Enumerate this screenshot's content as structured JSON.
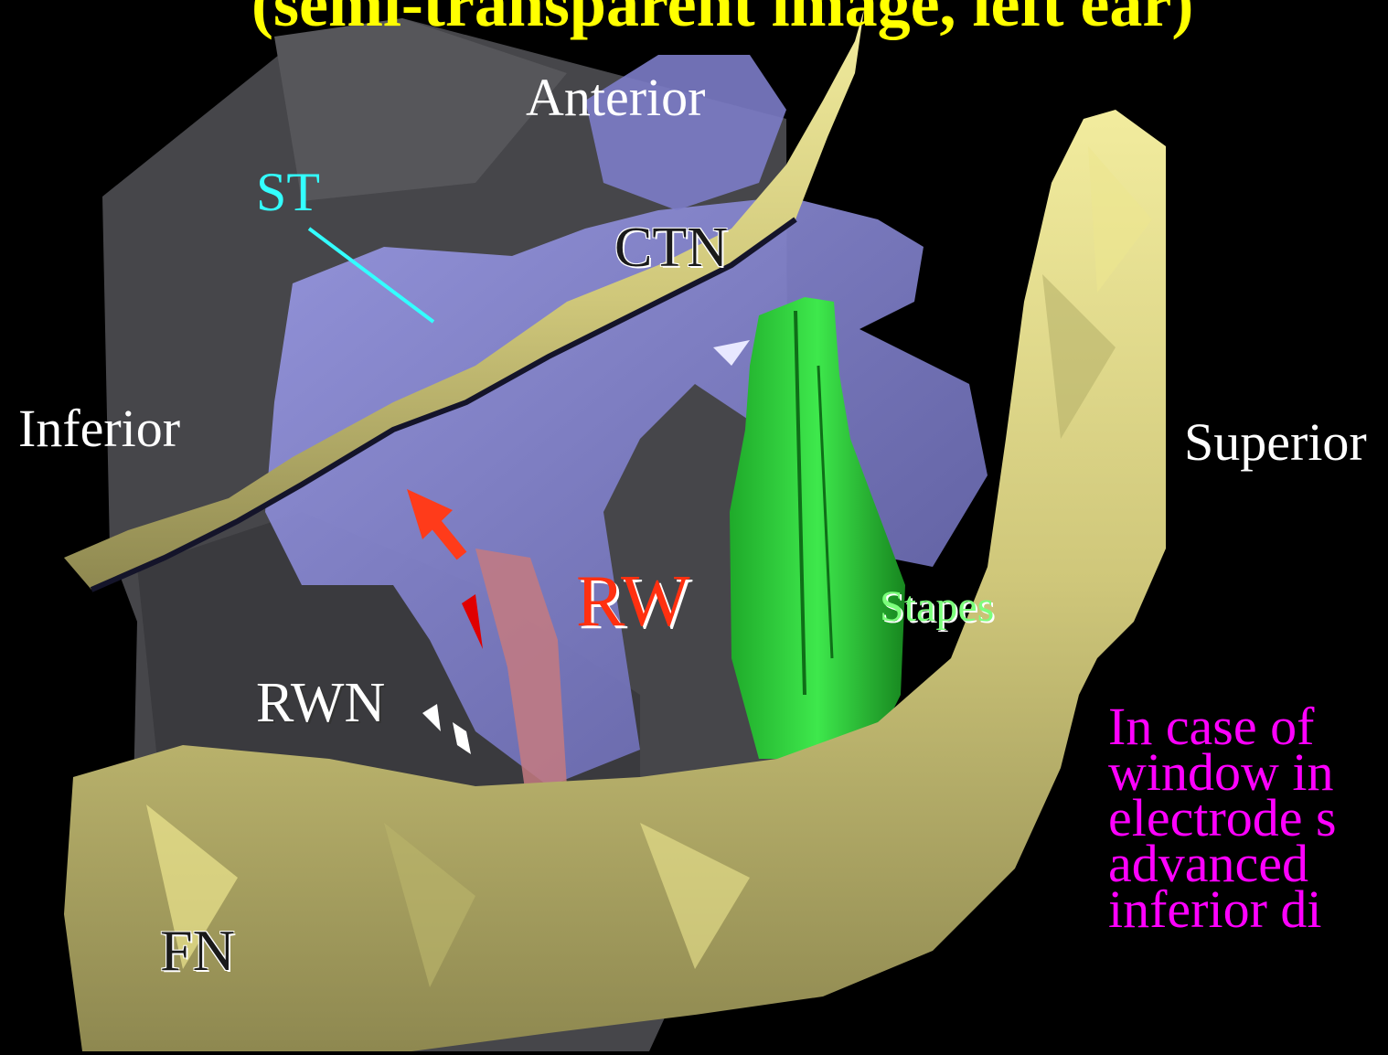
{
  "title": "(semi-transparent image, left ear)",
  "orientation": {
    "anterior": "Anterior",
    "inferior": "Inferior",
    "superior": "Superior"
  },
  "structures": {
    "st": "ST",
    "ctn": "CTN",
    "rw": "RW",
    "stapes": "Stapes",
    "rwn": "RWN",
    "fn": "FN"
  },
  "note_lines": [
    "In case of",
    "window in",
    "electrode s",
    "advanced",
    "inferior di"
  ],
  "colors": {
    "title": "#ffff00",
    "st_label": "#33ffff",
    "rw_label": "#ff3010",
    "stapes_label": "#7cff7c",
    "note": "#ff00ff",
    "nerve": "#d8d28a",
    "cochlea": "#8a8ad6",
    "stapes": "#22cc33",
    "arrow": "#ff3b1a"
  }
}
